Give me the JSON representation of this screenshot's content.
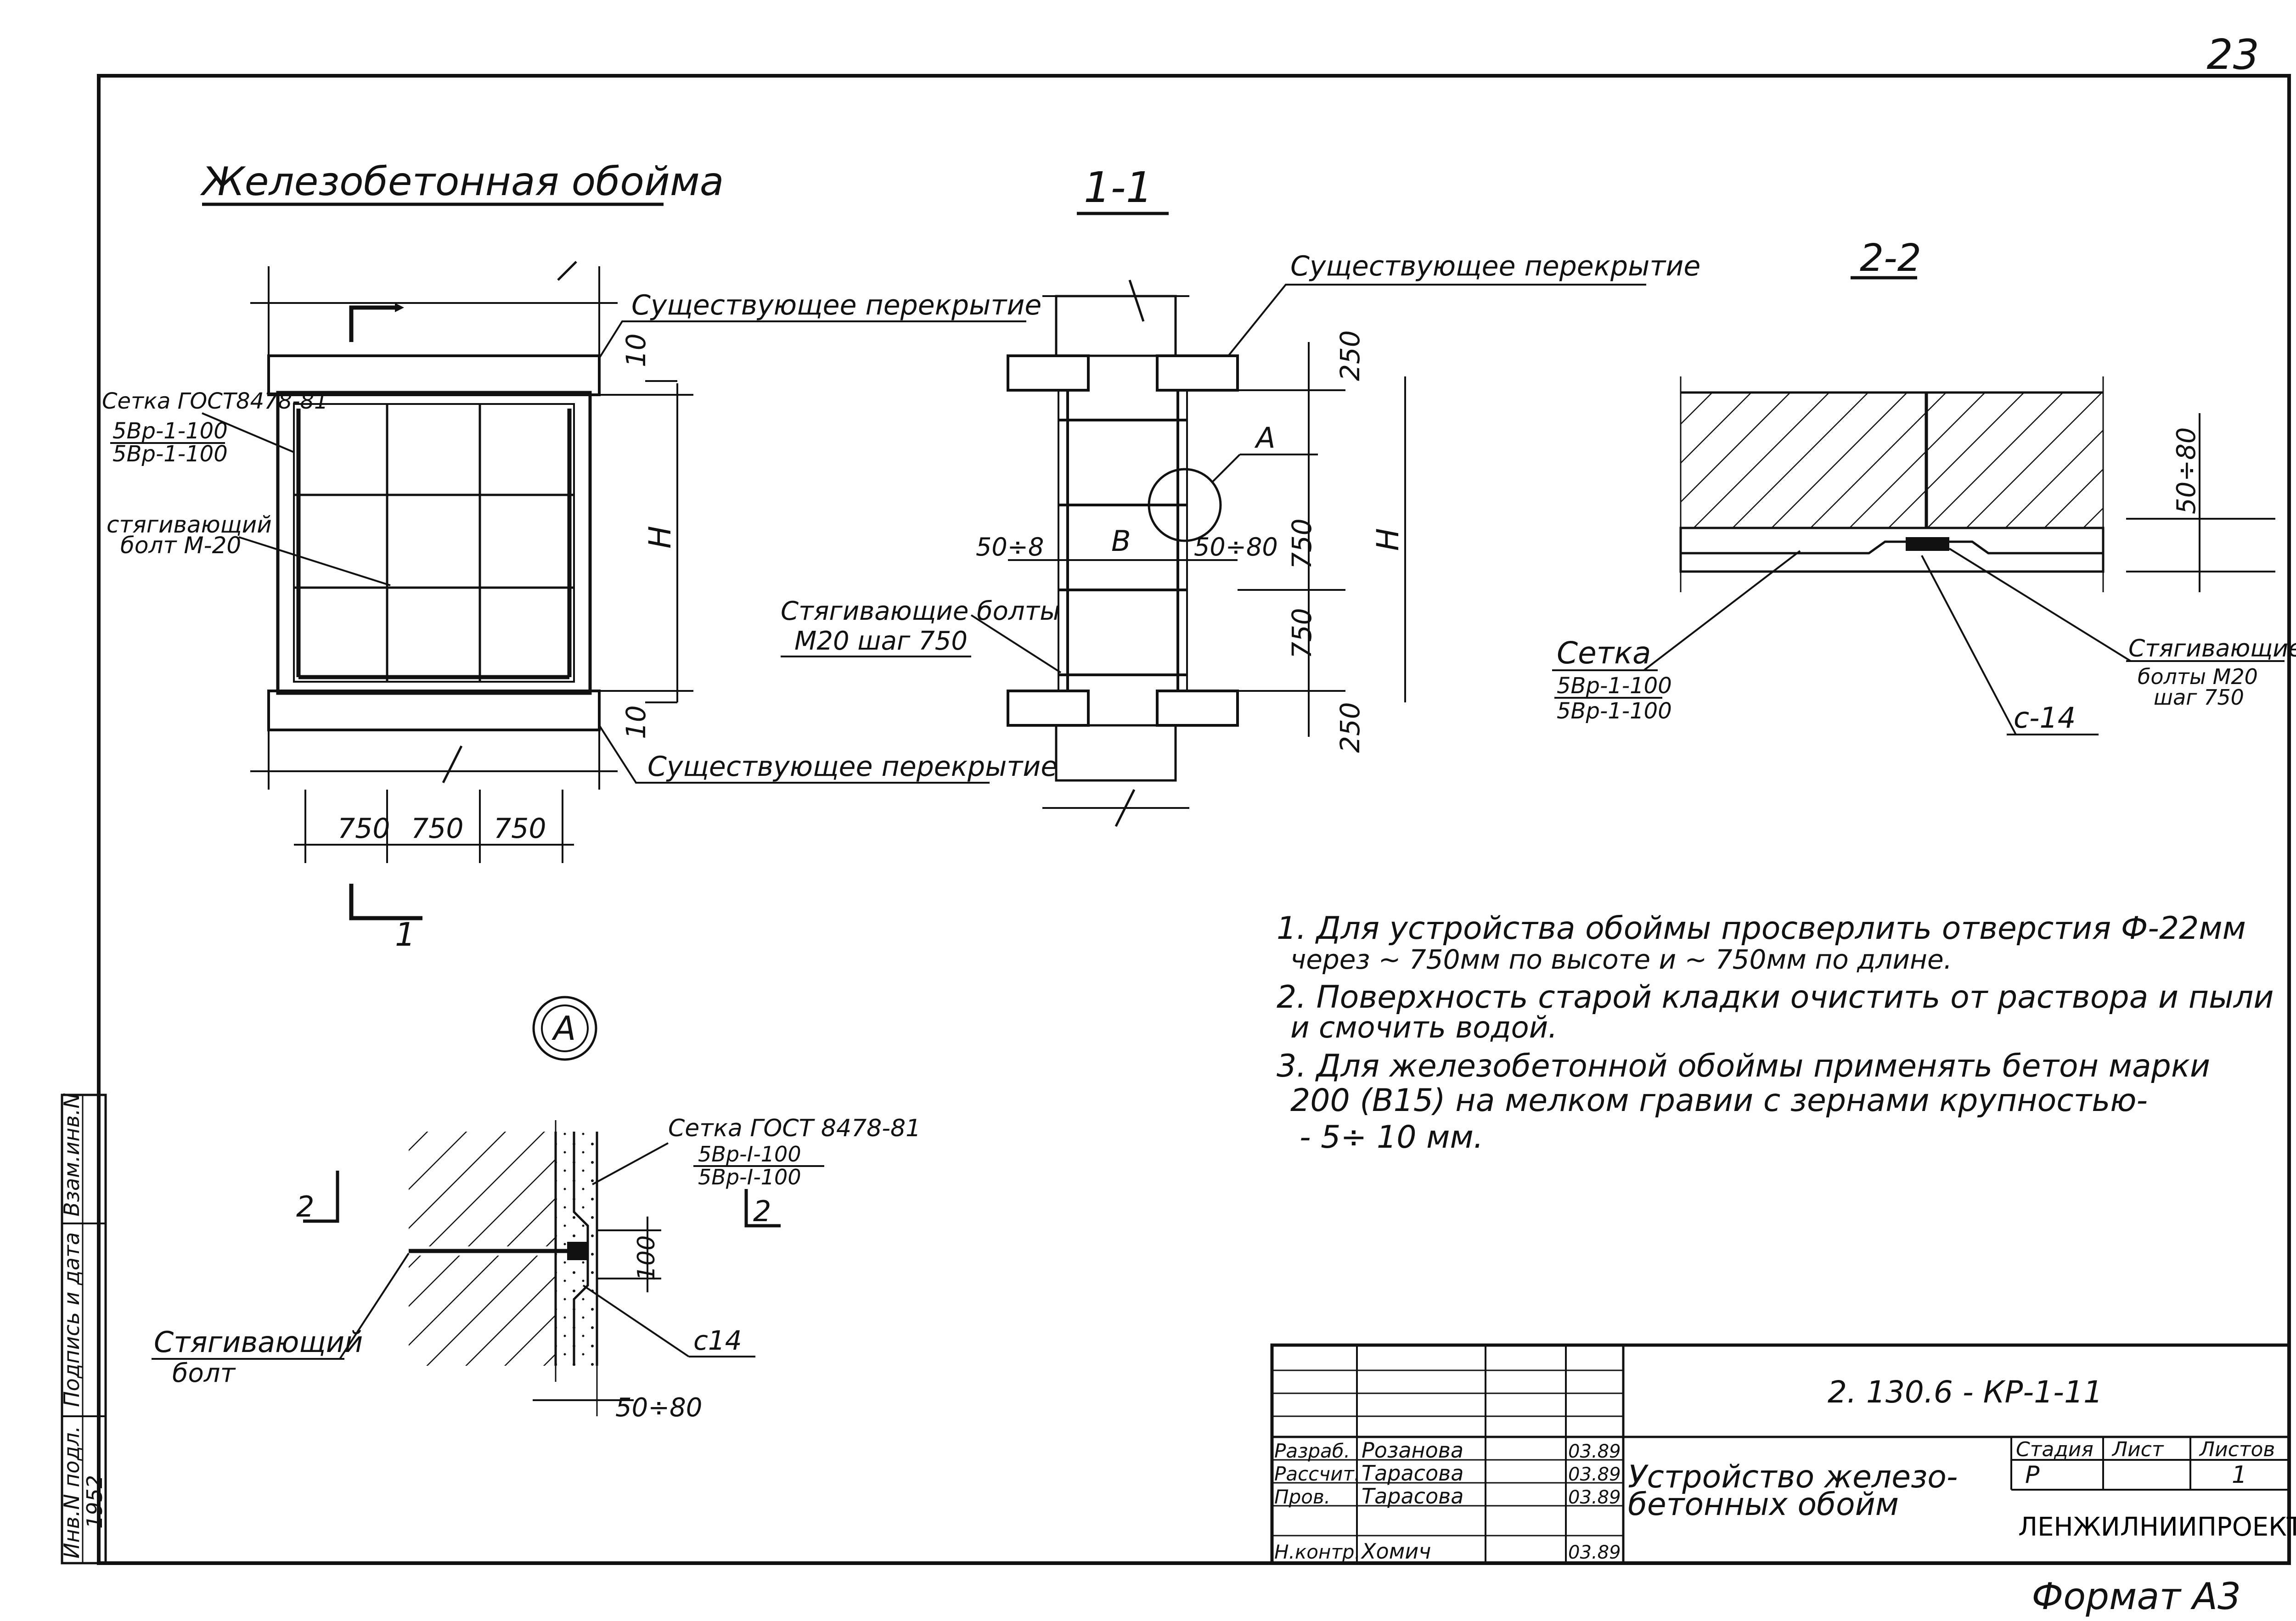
{
  "page_number": "23",
  "format_label": "Формат А3",
  "main_title": "Железобетонная обойма",
  "section_1_1": {
    "label": "1-1",
    "existing_floor_top": "Существующее перекрытие",
    "dim_b": "B",
    "dim_left": "50÷8",
    "dim_right": "50÷80",
    "dim_250_top": "250",
    "dim_750_a": "750",
    "dim_750_b": "750",
    "dim_250_bottom": "250",
    "dim_h": "H",
    "callout_a": "А",
    "tie_bolts_line1": "Стягивающие болты",
    "tie_bolts_line2": "М20 шаг 750"
  },
  "plan_view": {
    "section_mark": "1",
    "existing_floor_top": "Существующее перекрытие",
    "existing_floor_bottom": "Существующее перекрытие",
    "mesh_label": "Сетка ГОСТ8478-81",
    "mesh_spec_top": "5Вр-1-100",
    "mesh_spec_bottom": "5Вр-1-100",
    "bolt_label_line1": "стягивающий",
    "bolt_label_line2": "болт М-20",
    "dim_10_top": "10",
    "dim_10_bottom": "10",
    "dim_h": "H",
    "dim_750_1": "750",
    "dim_750_2": "750",
    "dim_750_3": "750"
  },
  "section_2_2": {
    "label": "2-2",
    "dim_50_80": "50÷80",
    "mesh_label": "Сетка",
    "mesh_spec_top": "5Вр-1-100",
    "mesh_spec_bottom": "5Вр-1-100",
    "bolt_label_line1": "Стягивающие",
    "bolt_label_line2": "болты М20",
    "bolt_label_line3": "шаг 750",
    "plate_label": "с-14"
  },
  "detail_a": {
    "label": "А",
    "mesh_label": "Сетка ГОСТ 8478-81",
    "mesh_spec_top": "5Вр-I-100",
    "mesh_spec_bottom": "5Вр-I-100",
    "section_mark": "2",
    "dim_100": "100",
    "plate_label": "с14",
    "dim_50_80": "50÷80",
    "bolt_label_line1": "Стягивающий",
    "bolt_label_line2": "болт"
  },
  "notes": [
    "1. Для устройства обоймы просверлить отверстия Ф-22мм",
    "через ~ 750мм по высоте и ~ 750мм по длине.",
    "2. Поверхность старой кладки очистить от раствора и пыли",
    "и смочить водой.",
    "3. Для железобетонной обоймы применять бетон марки",
    "200 (В15) на мелком гравии с зернами крупностью-",
    "- 5÷ 10 мм."
  ],
  "side_stamp": {
    "inv_no": "Инв.N подл.",
    "signature_date": "Подпись и дата",
    "replace_inv": "Взам.инв.N",
    "inv_value": "1952"
  },
  "title_block": {
    "doc_code": "2. 130.6 - КР-1-11",
    "title_line1": "Устройство железо-",
    "title_line2": "бетонных обойм",
    "stage_header": "Стадия",
    "sheet_header": "Лист",
    "sheets_header": "Листов",
    "stage_value": "Р",
    "sheets_value": "1",
    "organization": "ЛЕНЖИЛНИИПРОЕКТ",
    "rows": [
      {
        "role": "Разраб.",
        "name": "Розанова",
        "date": "03.89"
      },
      {
        "role": "Рассчит.",
        "name": "Тарасова",
        "date": "03.89"
      },
      {
        "role": "Пров.",
        "name": "Тарасова",
        "date": "03.89"
      },
      {
        "role": "Н.контр.",
        "name": "Хомич",
        "date": "03.89"
      }
    ]
  }
}
